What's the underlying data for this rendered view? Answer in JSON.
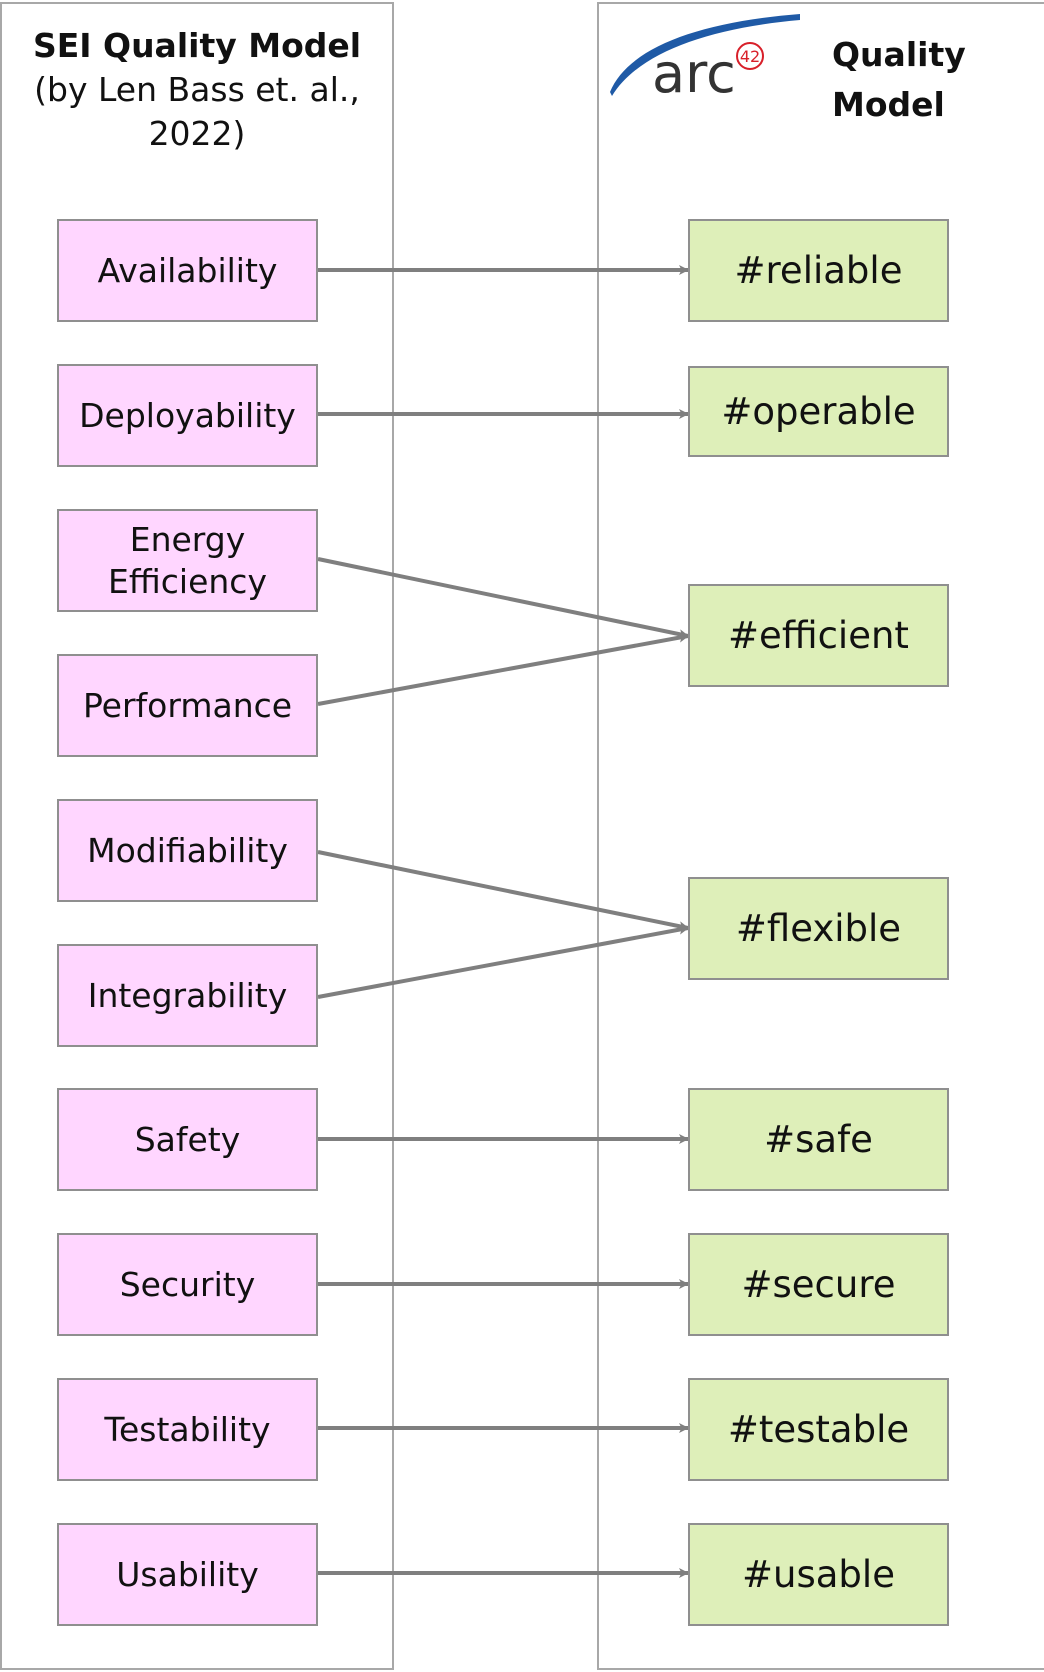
{
  "left": {
    "title_line1": "SEI Quality Model",
    "title_line2": "(by Len Bass et. al.,",
    "title_line3": "2022)"
  },
  "right": {
    "logo_text": "arc",
    "logo_superscript": "42",
    "title_line1": "Quality",
    "title_line2": "Model"
  },
  "sources": [
    {
      "label": "Availability"
    },
    {
      "label": "Deployability"
    },
    {
      "label": "Energy Efficiency"
    },
    {
      "label": "Performance"
    },
    {
      "label": "Modifiability"
    },
    {
      "label": "Integrability"
    },
    {
      "label": "Safety"
    },
    {
      "label": "Security"
    },
    {
      "label": "Testability"
    },
    {
      "label": "Usability"
    }
  ],
  "targets": [
    {
      "label": "#reliable"
    },
    {
      "label": "#operable"
    },
    {
      "label": "#efficient"
    },
    {
      "label": "#flexible"
    },
    {
      "label": "#safe"
    },
    {
      "label": "#secure"
    },
    {
      "label": "#testable"
    },
    {
      "label": "#usable"
    }
  ],
  "mappings": [
    {
      "from": "Availability",
      "to": "#reliable"
    },
    {
      "from": "Deployability",
      "to": "#operable"
    },
    {
      "from": "Energy Efficiency",
      "to": "#efficient"
    },
    {
      "from": "Performance",
      "to": "#efficient"
    },
    {
      "from": "Modifiability",
      "to": "#flexible"
    },
    {
      "from": "Integrability",
      "to": "#flexible"
    },
    {
      "from": "Safety",
      "to": "#safe"
    },
    {
      "from": "Security",
      "to": "#secure"
    },
    {
      "from": "Testability",
      "to": "#testable"
    },
    {
      "from": "Usability",
      "to": "#usable"
    }
  ],
  "colors": {
    "source_fill": "#ffd6ff",
    "target_fill": "#deefb9",
    "arrow": "#7f7f7f",
    "logo_blue": "#1f5aa6",
    "logo_red": "#d8202a"
  }
}
